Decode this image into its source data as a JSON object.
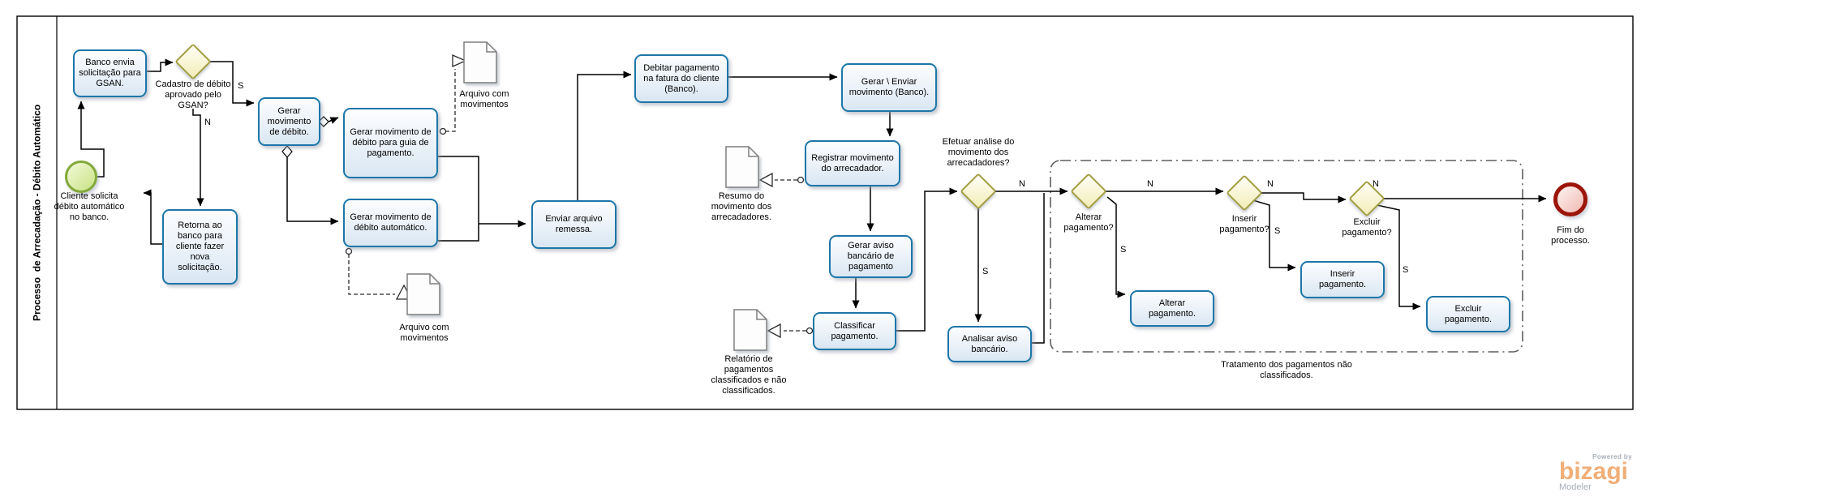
{
  "lane": {
    "title": "Processo  de Arrecadação - Débito Automático"
  },
  "flow": {
    "s": "S",
    "n": "N"
  },
  "events": {
    "start": {
      "label": "Cliente solicita\ndébito automático\nno banco."
    },
    "end": {
      "label": "Fim do\nprocesso."
    }
  },
  "tasks": {
    "banco_envia": {
      "label": "Banco envia\nsolicitação para\nGSAN."
    },
    "retorna": {
      "label": "Retorna ao\nbanco para\ncliente fazer\nnova\nsolicitação."
    },
    "gerar_movimento": {
      "label": "Gerar\nmovimento\nde débito."
    },
    "gerar_guia": {
      "label": "Gerar movimento de\ndébito para guia de\npagamento."
    },
    "gerar_automatico": {
      "label": "Gerar movimento de\ndébito automático."
    },
    "enviar_remessa": {
      "label": "Enviar arquivo\nremessa."
    },
    "debitar": {
      "label": "Debitar pagamento\nna fatura do cliente\n(Banco)."
    },
    "gerar_enviar_banco": {
      "label": "Gerar \\ Enviar\nmovimento (Banco)."
    },
    "registrar": {
      "label": "Registrar movimento\ndo arrecadador."
    },
    "gerar_aviso": {
      "label": "Gerar aviso\nbancário de\npagamento"
    },
    "classificar": {
      "label": "Classificar\npagamento."
    },
    "analisar": {
      "label": "Analisar aviso\nbancário."
    },
    "alterar": {
      "label": "Alterar\npagamento."
    },
    "inserir": {
      "label": "Inserir\npagamento."
    },
    "excluir": {
      "label": "Excluir\npagamento."
    }
  },
  "gateways": {
    "cadastro": {
      "label": "Cadastro de débito\naprovado pelo\nGSAN?"
    },
    "efetuar": {
      "label": "Efetuar análise do\nmovimento dos\narrecadadores?"
    },
    "alterar_q": {
      "label": "Alterar\npagamento?"
    },
    "inserir_q": {
      "label": "Inserir\npagamento?"
    },
    "excluir_q": {
      "label": "Excluir\npagamento?"
    }
  },
  "documents": {
    "arquivo_top": {
      "label": "Arquivo com\nmovimentos"
    },
    "arquivo_bottom": {
      "label": "Arquivo com\nmovimentos"
    },
    "resumo": {
      "label": "Resumo do\nmovimento dos\narrecadadores."
    },
    "relatorio": {
      "label": "Relatório de\npagamentos\nclassificados e não\nclassificados."
    }
  },
  "group": {
    "label": "Tratamento dos pagamentos não\nclassificados."
  },
  "logo": {
    "powered_by": "Powered by",
    "brand": "bizagi",
    "product": "Modeler"
  },
  "colors": {
    "task_border": "#1d76a8",
    "gateway_border": "#a29d3f",
    "start_border": "#83a93b",
    "end_border": "#9c150a",
    "brand_orange": "#f1ae77"
  }
}
